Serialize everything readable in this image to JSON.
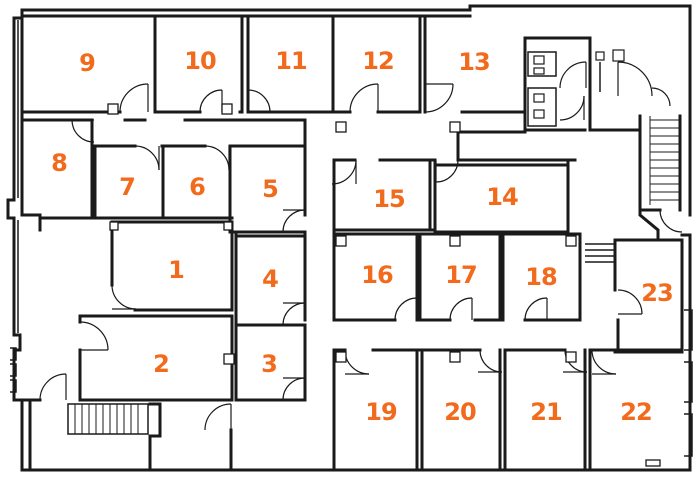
{
  "colors": {
    "label": "#f26a1b",
    "wall": "#1a1a1a",
    "background": "#ffffff"
  },
  "rooms": [
    {
      "id": "r9",
      "label": "9"
    },
    {
      "id": "r10",
      "label": "10"
    },
    {
      "id": "r11",
      "label": "11"
    },
    {
      "id": "r12",
      "label": "12"
    },
    {
      "id": "r13",
      "label": "13"
    },
    {
      "id": "r8",
      "label": "8"
    },
    {
      "id": "r7",
      "label": "7"
    },
    {
      "id": "r6",
      "label": "6"
    },
    {
      "id": "r5",
      "label": "5"
    },
    {
      "id": "r15",
      "label": "15"
    },
    {
      "id": "r14",
      "label": "14"
    },
    {
      "id": "r1",
      "label": "1"
    },
    {
      "id": "r4",
      "label": "4"
    },
    {
      "id": "r16",
      "label": "16"
    },
    {
      "id": "r17",
      "label": "17"
    },
    {
      "id": "r18",
      "label": "18"
    },
    {
      "id": "r23",
      "label": "23"
    },
    {
      "id": "r2",
      "label": "2"
    },
    {
      "id": "r3",
      "label": "3"
    },
    {
      "id": "r19",
      "label": "19"
    },
    {
      "id": "r20",
      "label": "20"
    },
    {
      "id": "r21",
      "label": "21"
    },
    {
      "id": "r22",
      "label": "22"
    }
  ]
}
